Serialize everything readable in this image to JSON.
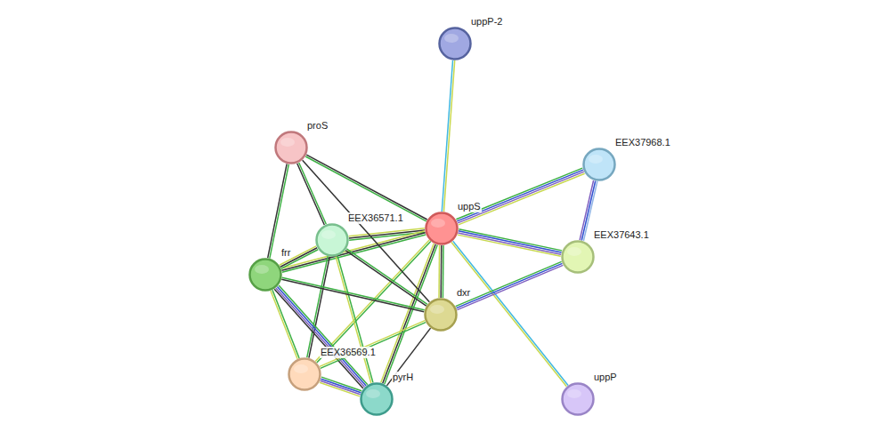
{
  "diagram": {
    "nodes": [
      {
        "text": [
          "uppP-2"
        ]
      },
      {
        "text": [
          "proS"
        ]
      },
      {
        "text": [
          "EEX37968.1"
        ]
      },
      {
        "text": [
          "uppS"
        ]
      },
      {
        "text": [
          "EEX36571.1"
        ]
      },
      {
        "text": [
          "EEX37643.1"
        ]
      },
      {
        "text": [
          "frr"
        ]
      },
      {
        "text": [
          "dxr"
        ]
      },
      {
        "text": [
          "EEX36569.1"
        ]
      },
      {
        "text": [
          "pyrH"
        ]
      },
      {
        "text": [
          "uppP"
        ]
      }
    ],
    "edges": [
      {
        "from": 3,
        "to": 0,
        "arrow": "none"
      },
      {
        "from": 3,
        "to": 10,
        "arrow": "none"
      },
      {
        "from": 3,
        "to": 2,
        "arrow": "none"
      },
      {
        "from": 3,
        "to": 5,
        "arrow": "none"
      },
      {
        "from": 2,
        "to": 5,
        "arrow": "none"
      },
      {
        "from": 3,
        "to": 1,
        "arrow": "none"
      },
      {
        "from": 3,
        "to": 4,
        "arrow": "none"
      },
      {
        "from": 3,
        "to": 6,
        "arrow": "none"
      },
      {
        "from": 3,
        "to": 7,
        "arrow": "none"
      },
      {
        "from": 3,
        "to": 8,
        "arrow": "none"
      },
      {
        "from": 3,
        "to": 9,
        "arrow": "none"
      },
      {
        "from": 7,
        "to": 5,
        "arrow": "none"
      },
      {
        "from": 1,
        "to": 6,
        "arrow": "none"
      },
      {
        "from": 1,
        "to": 4,
        "arrow": "none"
      },
      {
        "from": 1,
        "to": 7,
        "arrow": "none"
      },
      {
        "from": 4,
        "to": 6,
        "arrow": "none"
      },
      {
        "from": 4,
        "to": 7,
        "arrow": "none"
      },
      {
        "from": 4,
        "to": 8,
        "arrow": "none"
      },
      {
        "from": 4,
        "to": 9,
        "arrow": "none"
      },
      {
        "from": 6,
        "to": 7,
        "arrow": "none"
      },
      {
        "from": 6,
        "to": 8,
        "arrow": "none"
      },
      {
        "from": 6,
        "to": 9,
        "arrow": "none"
      },
      {
        "from": 7,
        "to": 8,
        "arrow": "none"
      },
      {
        "from": 7,
        "to": 9,
        "arrow": "none"
      },
      {
        "from": 8,
        "to": 9,
        "arrow": "none"
      }
    ]
  }
}
